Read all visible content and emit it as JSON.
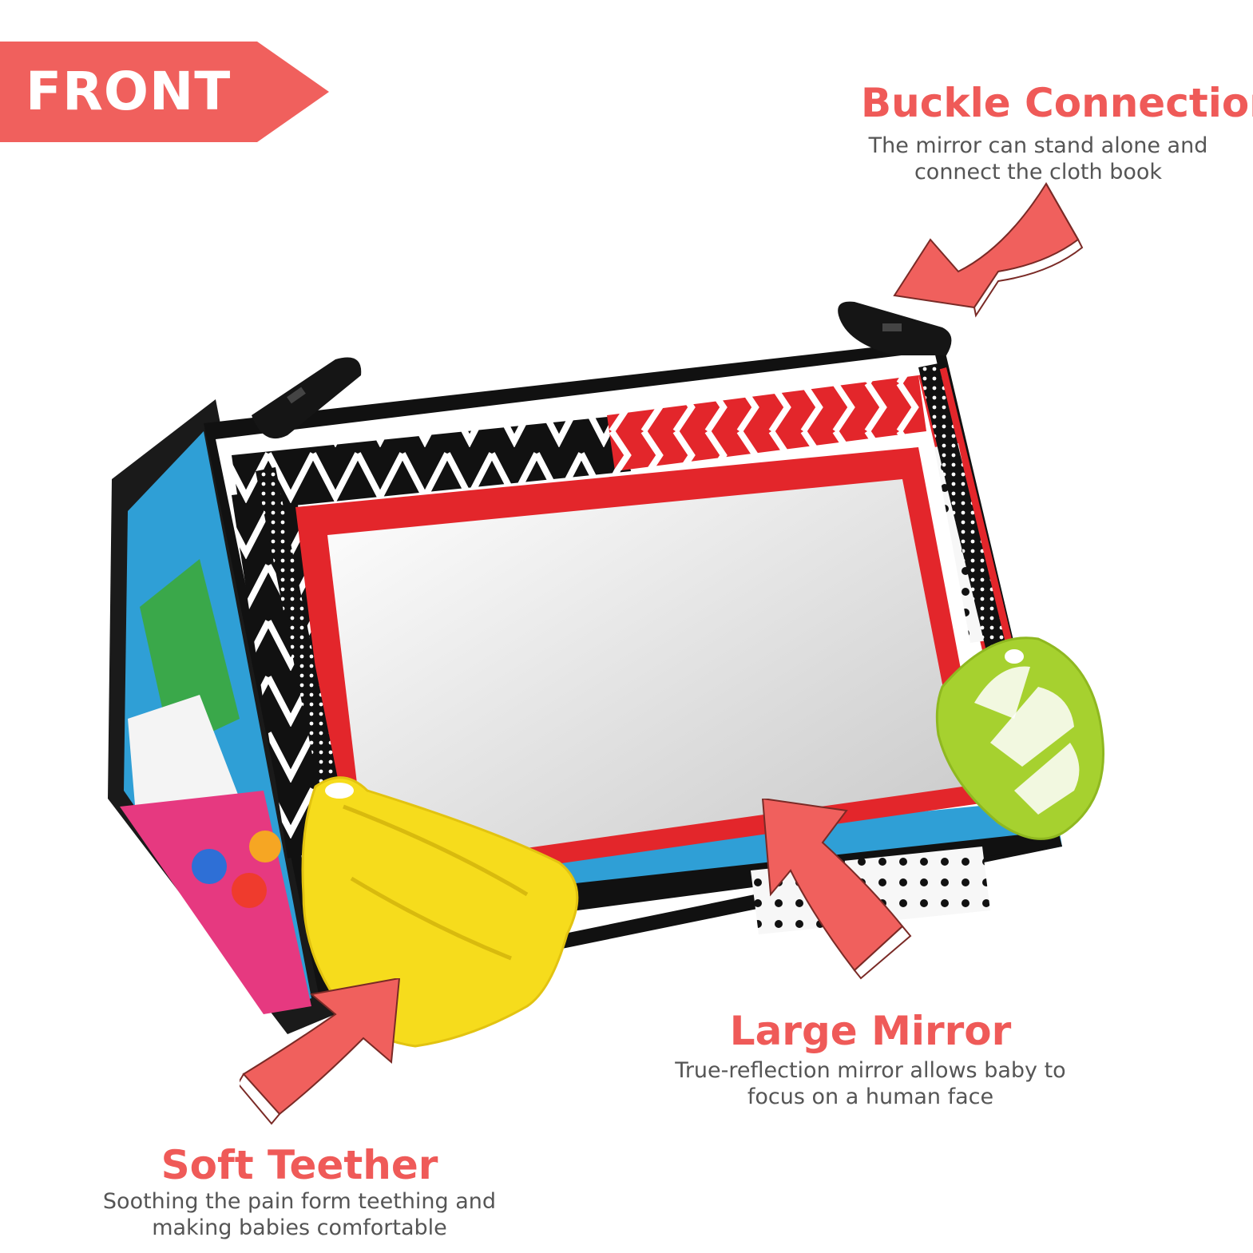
{
  "badge": {
    "label": "FRONT",
    "color": "#f0605d"
  },
  "callouts": {
    "buckle": {
      "title": "Buckle Connection",
      "desc_line1": "The mirror can stand alone and",
      "desc_line2": "connect the cloth book"
    },
    "mirror": {
      "title": "Large Mirror",
      "desc_line1": "True-reflection mirror allows baby to",
      "desc_line2": "focus on a human face"
    },
    "teether": {
      "title": "Soft Teether",
      "desc_line1": "Soothing the pain form teething and",
      "desc_line2": "making babies comfortable"
    }
  },
  "colors": {
    "accent": "#ef5a58",
    "text_gray": "#555555",
    "frame_black": "#1a1a1a",
    "frame_red": "#e3262b",
    "banana_yellow": "#f6dc1c",
    "leaf_green": "#a6d12f"
  },
  "icons": {
    "arrow": "curved-arrow-icon",
    "buckle": "buckle-icon",
    "banana": "banana-teether-icon",
    "leaf": "leaf-teether-icon"
  }
}
